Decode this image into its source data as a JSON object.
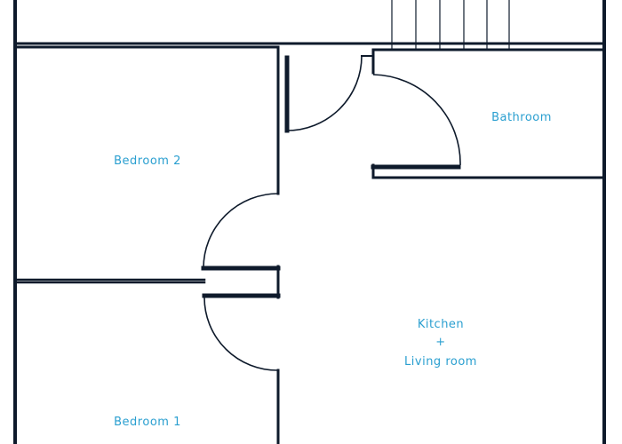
{
  "plan": {
    "wall_color": "#0e1a2b",
    "label_color": "#2a9fd0",
    "rooms": {
      "bedroom2": "Bedroom 2",
      "bathroom": "Bathroom",
      "kitchen_line1": "Kitchen",
      "kitchen_line2": "+",
      "kitchen_line3": "Living room",
      "bedroom1": "Bedroom 1"
    }
  }
}
